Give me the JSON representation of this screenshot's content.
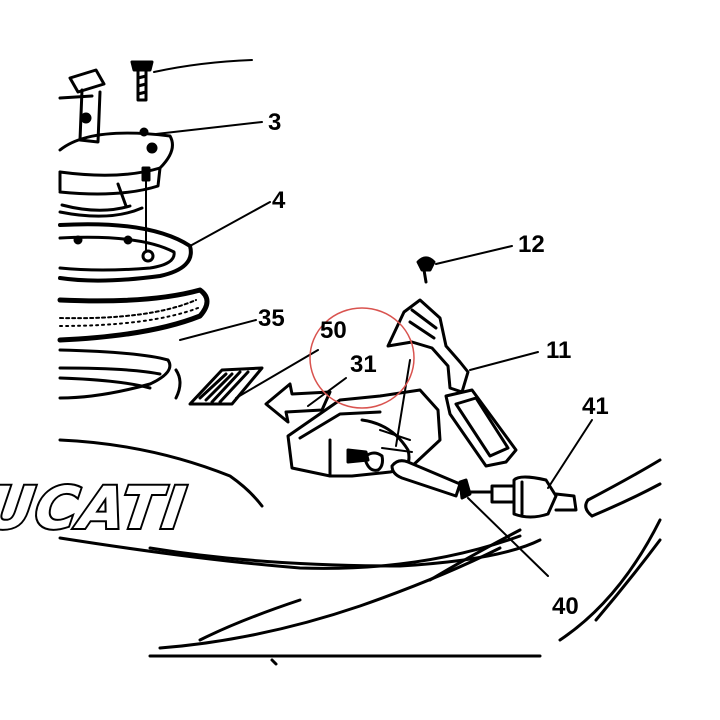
{
  "diagram": {
    "brand_text": "UCATI",
    "callouts": [
      {
        "id": "3",
        "label": "3"
      },
      {
        "id": "4",
        "label": "4"
      },
      {
        "id": "12",
        "label": "12"
      },
      {
        "id": "35",
        "label": "35"
      },
      {
        "id": "50",
        "label": "50"
      },
      {
        "id": "31",
        "label": "31"
      },
      {
        "id": "11",
        "label": "11"
      },
      {
        "id": "41",
        "label": "41"
      },
      {
        "id": "40",
        "label": "40"
      }
    ],
    "colors": {
      "ink": "#000000",
      "paper": "#ffffff",
      "annotation_circle": "#d9534f"
    }
  }
}
